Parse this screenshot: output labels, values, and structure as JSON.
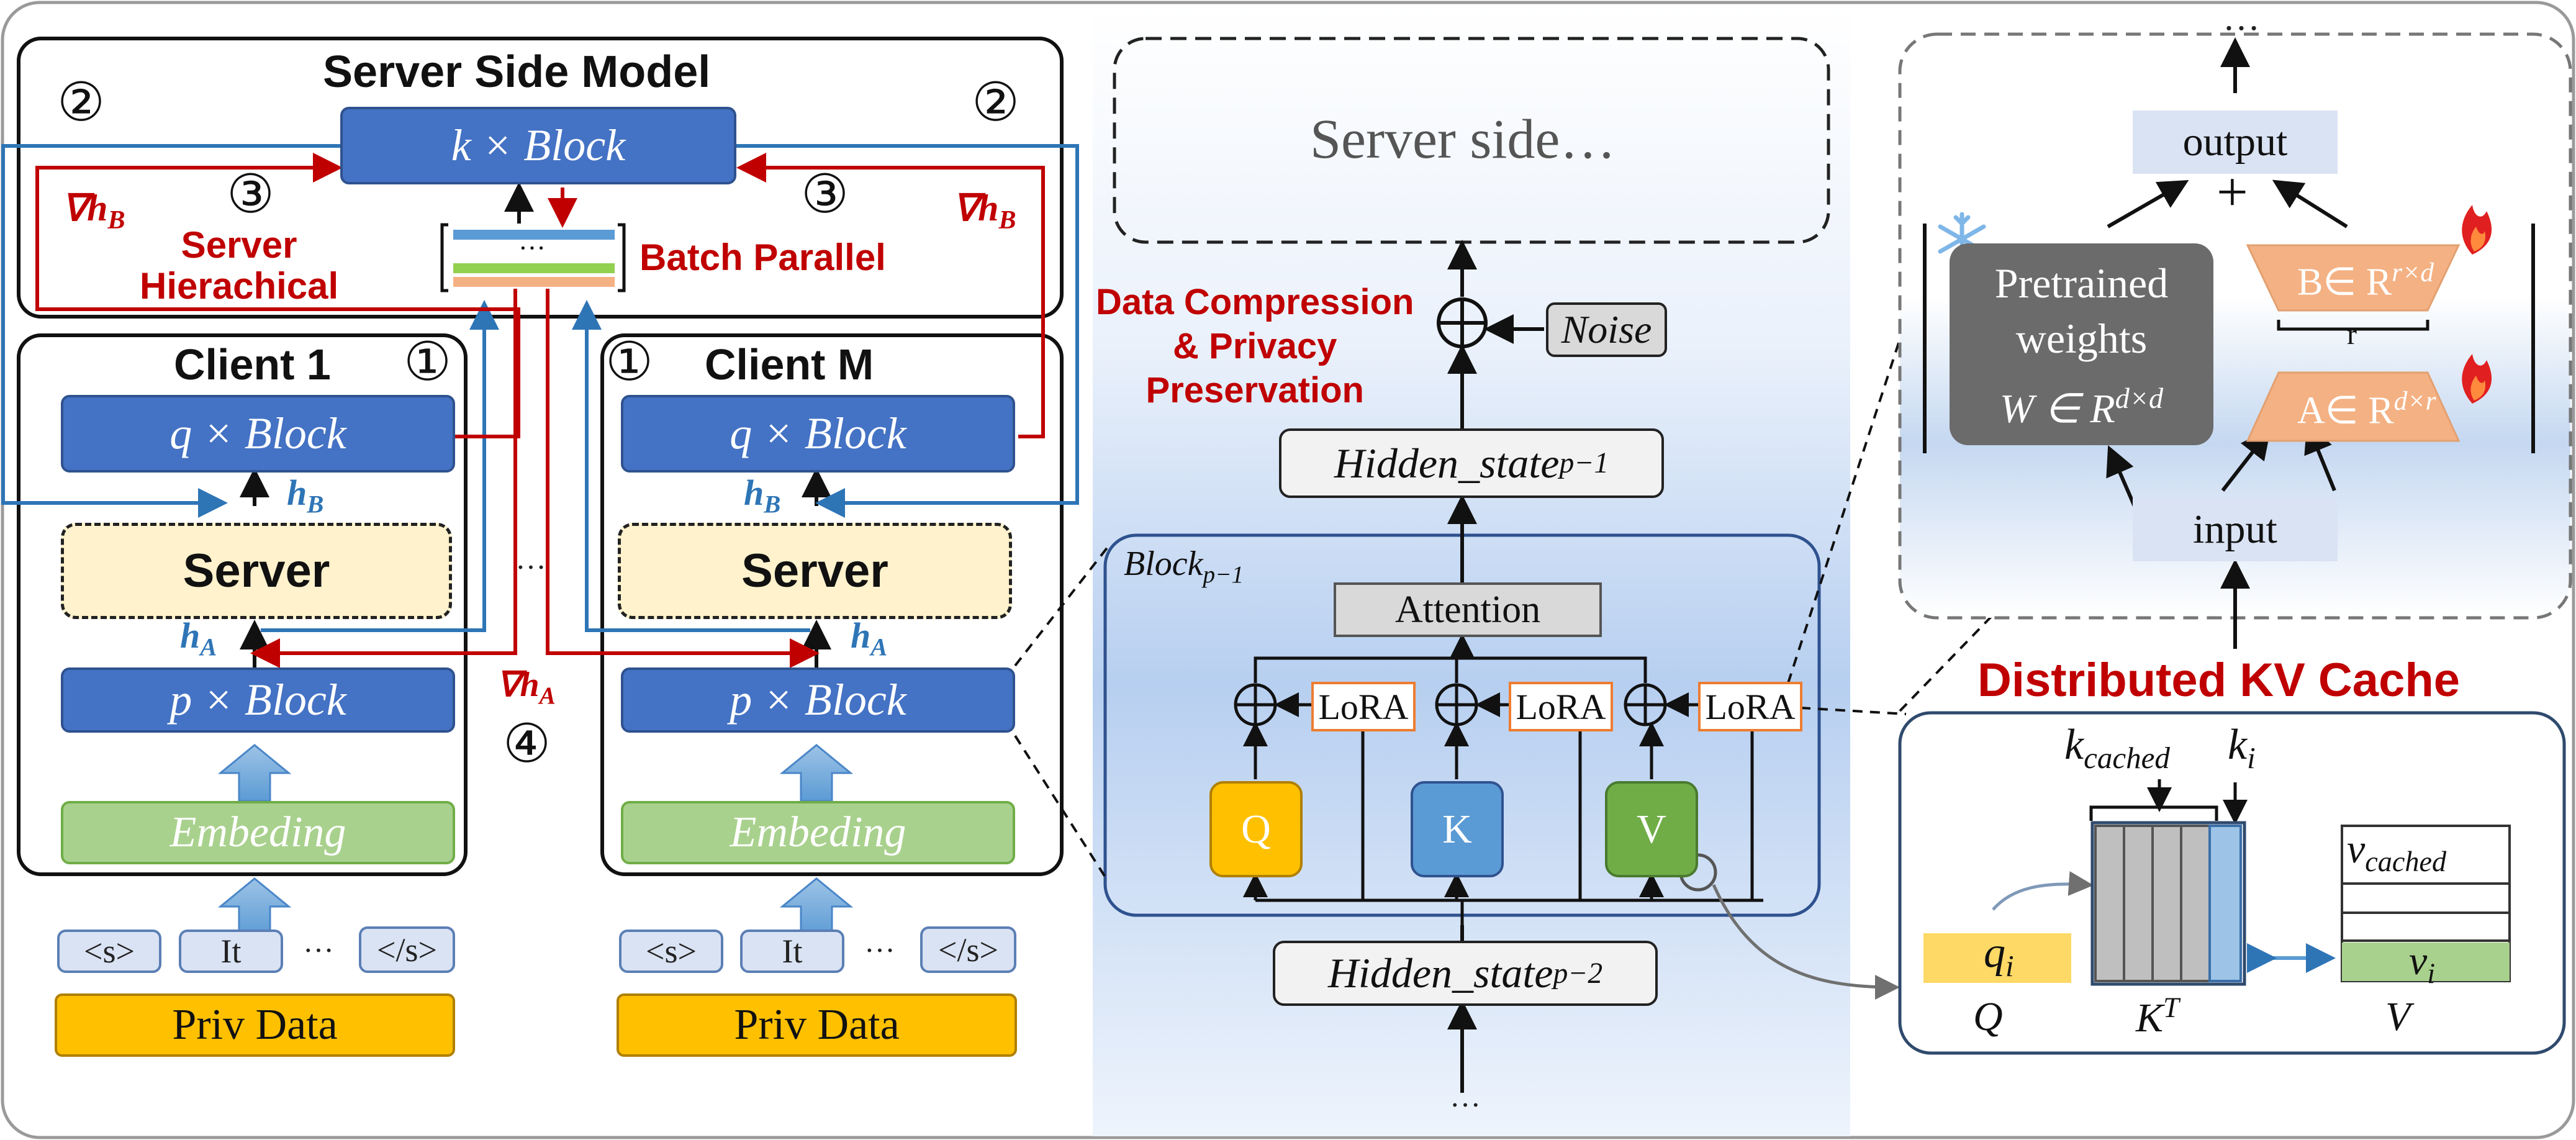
{
  "server_model": {
    "title": "Server Side Model",
    "k_block": "k × Block",
    "server_hierachical": "Server\nHierachical",
    "batch_parallel": "Batch Parallel",
    "ellipsis": "···",
    "grad_hb": "∇h",
    "grad_hb_sub": "B"
  },
  "step_marks": [
    "①",
    "②",
    "③",
    "④"
  ],
  "client_1": {
    "title": "Client 1",
    "q_block": "q × Block",
    "server": "Server",
    "p_block": "p × Block",
    "embedding": "Embeding",
    "tokens": [
      "<s>",
      "It",
      "···",
      "</s>"
    ],
    "priv_data": "Priv Data"
  },
  "client_m": {
    "title": "Client M",
    "q_block": "q × Block",
    "server": "Server",
    "p_block": "p × Block",
    "embedding": "Embeding",
    "tokens": [
      "<s>",
      "It",
      "···",
      "</s>"
    ],
    "priv_data": "Priv Data"
  },
  "labels": {
    "h": "h",
    "sub_a": "A",
    "sub_b": "B",
    "grad_ha": "∇h",
    "between_clients": "···"
  },
  "middle": {
    "server_side": "Server side…",
    "compression": "Data Compression\n& Privacy\nPreservation",
    "noise": "Noise",
    "hidden_state_p1": "Hidden_state",
    "hidden_state_p1_sub": "p−1",
    "block_label": "Block",
    "block_label_sub": "p−1",
    "attention": "Attention",
    "lora": "LoRA",
    "q": "Q",
    "k": "K",
    "v": "V",
    "hidden_state_p2": "Hidden_state",
    "hidden_state_p2_sub": "p−2",
    "bottom_ellipsis": "…"
  },
  "lora_detail": {
    "top_ellipsis": "…",
    "output": "output",
    "plus": "+",
    "pretrained": "Pretrained\nweights",
    "w_formula": "W ∈ R",
    "w_sup": "d×d",
    "b_formula": "B∈ R",
    "b_sup": "r×d",
    "r": "r",
    "a_formula": "A∈ R",
    "a_sup": "d×r",
    "input": "input"
  },
  "kv_cache": {
    "title": "Distributed KV Cache",
    "k_cached": "k",
    "k_cached_sub": "cached",
    "k_i": "k",
    "k_i_sub": "i",
    "q_i": "q",
    "q_i_sub": "i",
    "v_cached": "v",
    "v_cached_sub": "cached",
    "v_i": "v",
    "v_i_sub": "i",
    "q_label": "Q",
    "kt_label": "K",
    "kt_sup": "T",
    "v_label": "V"
  },
  "colors": {
    "block_blue": "#4472c4",
    "embed_green": "#a9d18e",
    "server_yellow": "#fff2cc",
    "priv_gold": "#ffc000",
    "red": "#c00000",
    "blue_arrow": "#2e75b6",
    "lora_orange": "#ed7d31"
  }
}
